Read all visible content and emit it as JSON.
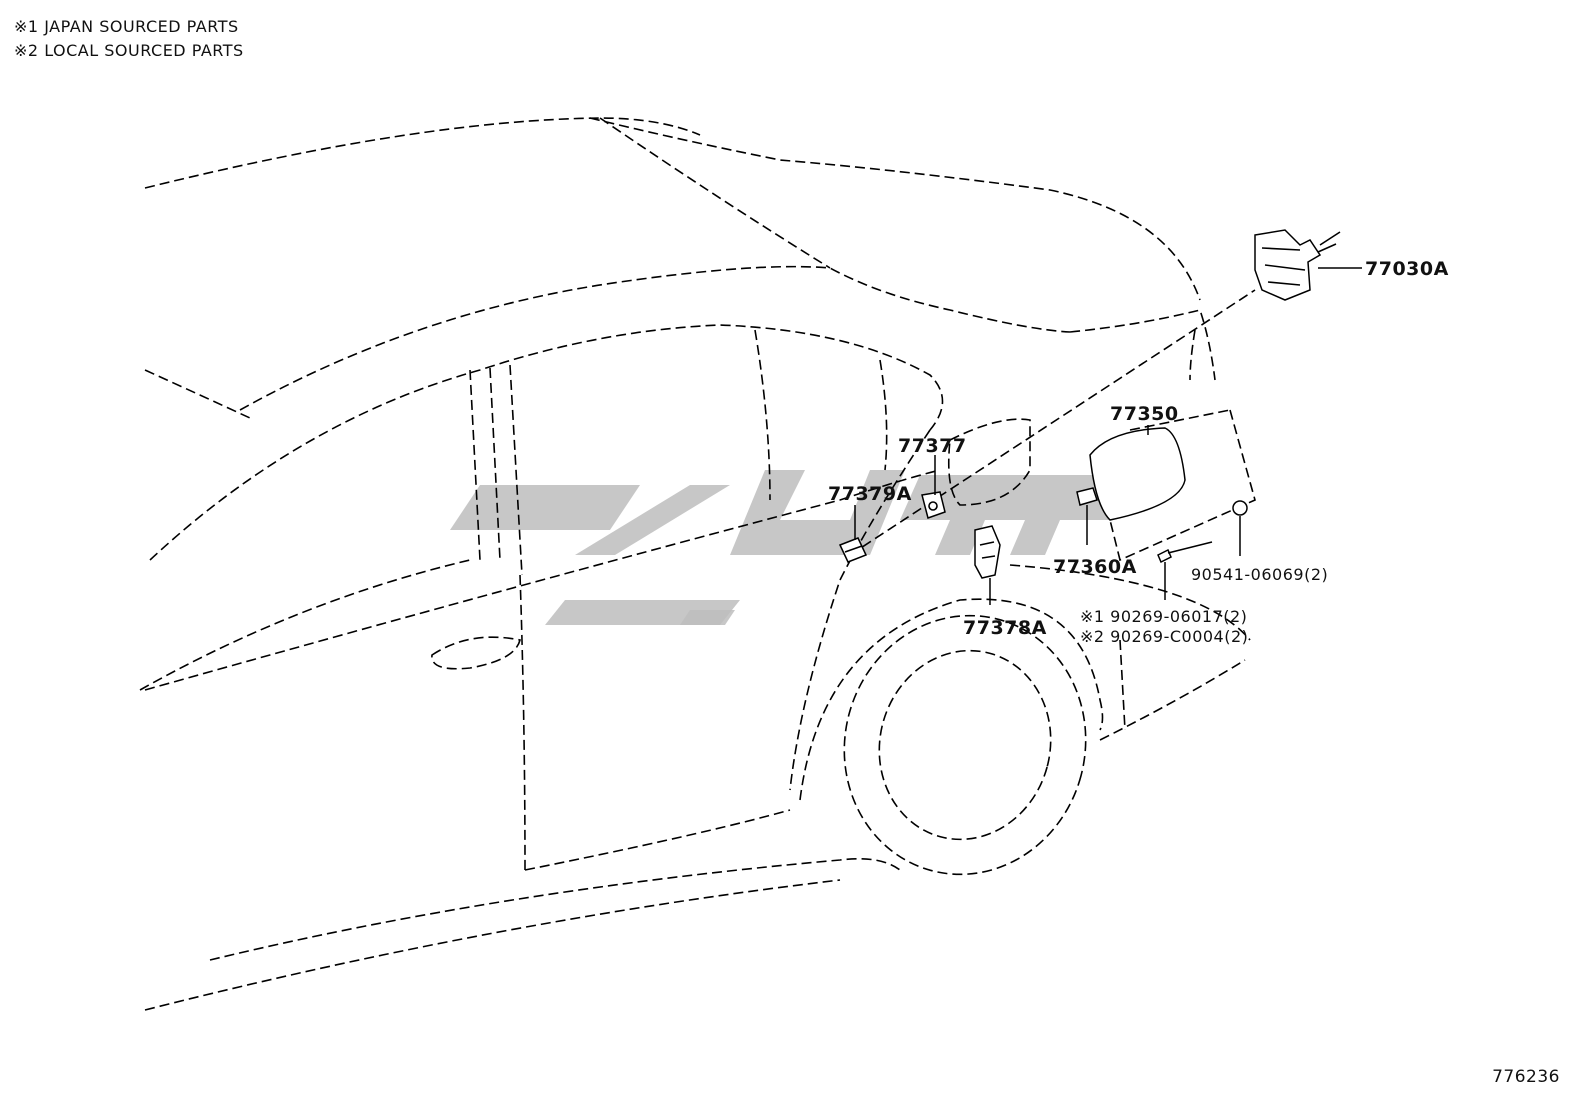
{
  "notes": [
    {
      "mark": "※1",
      "text": "JAPAN SOURCED PARTS"
    },
    {
      "mark": "※2",
      "text": "LOCAL SOURCED PARTS"
    }
  ],
  "parts": {
    "p77030A": "77030A",
    "p77350": "77350",
    "p77377": "77377",
    "p77379A": "77379A",
    "p77360A": "77360A",
    "p77378A": "77378A",
    "p90541": "90541-06069(2)",
    "p90269a": "※1 90269-06017(2)",
    "p90269b": "※2 90269-C0004(2)"
  },
  "catalog_number": "776236",
  "colors": {
    "line": "#000000",
    "watermark": "#bdbdbd"
  }
}
